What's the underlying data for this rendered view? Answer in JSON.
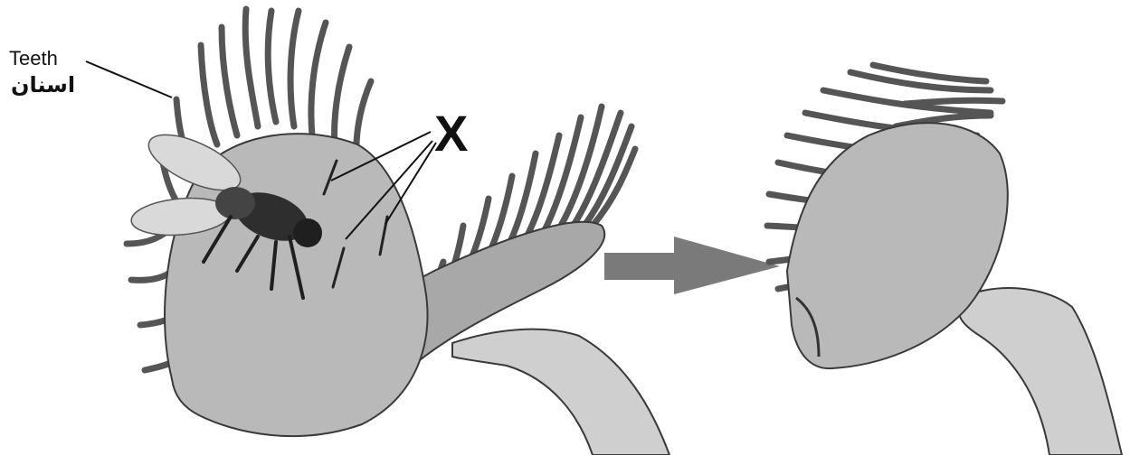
{
  "labels": {
    "teeth": "Teeth",
    "teeth_arabic": "اسنان",
    "x_marker": "X"
  },
  "colors": {
    "arrow": "#7a7a7a",
    "label": "#111111",
    "leaf": "#b9b9b9"
  }
}
